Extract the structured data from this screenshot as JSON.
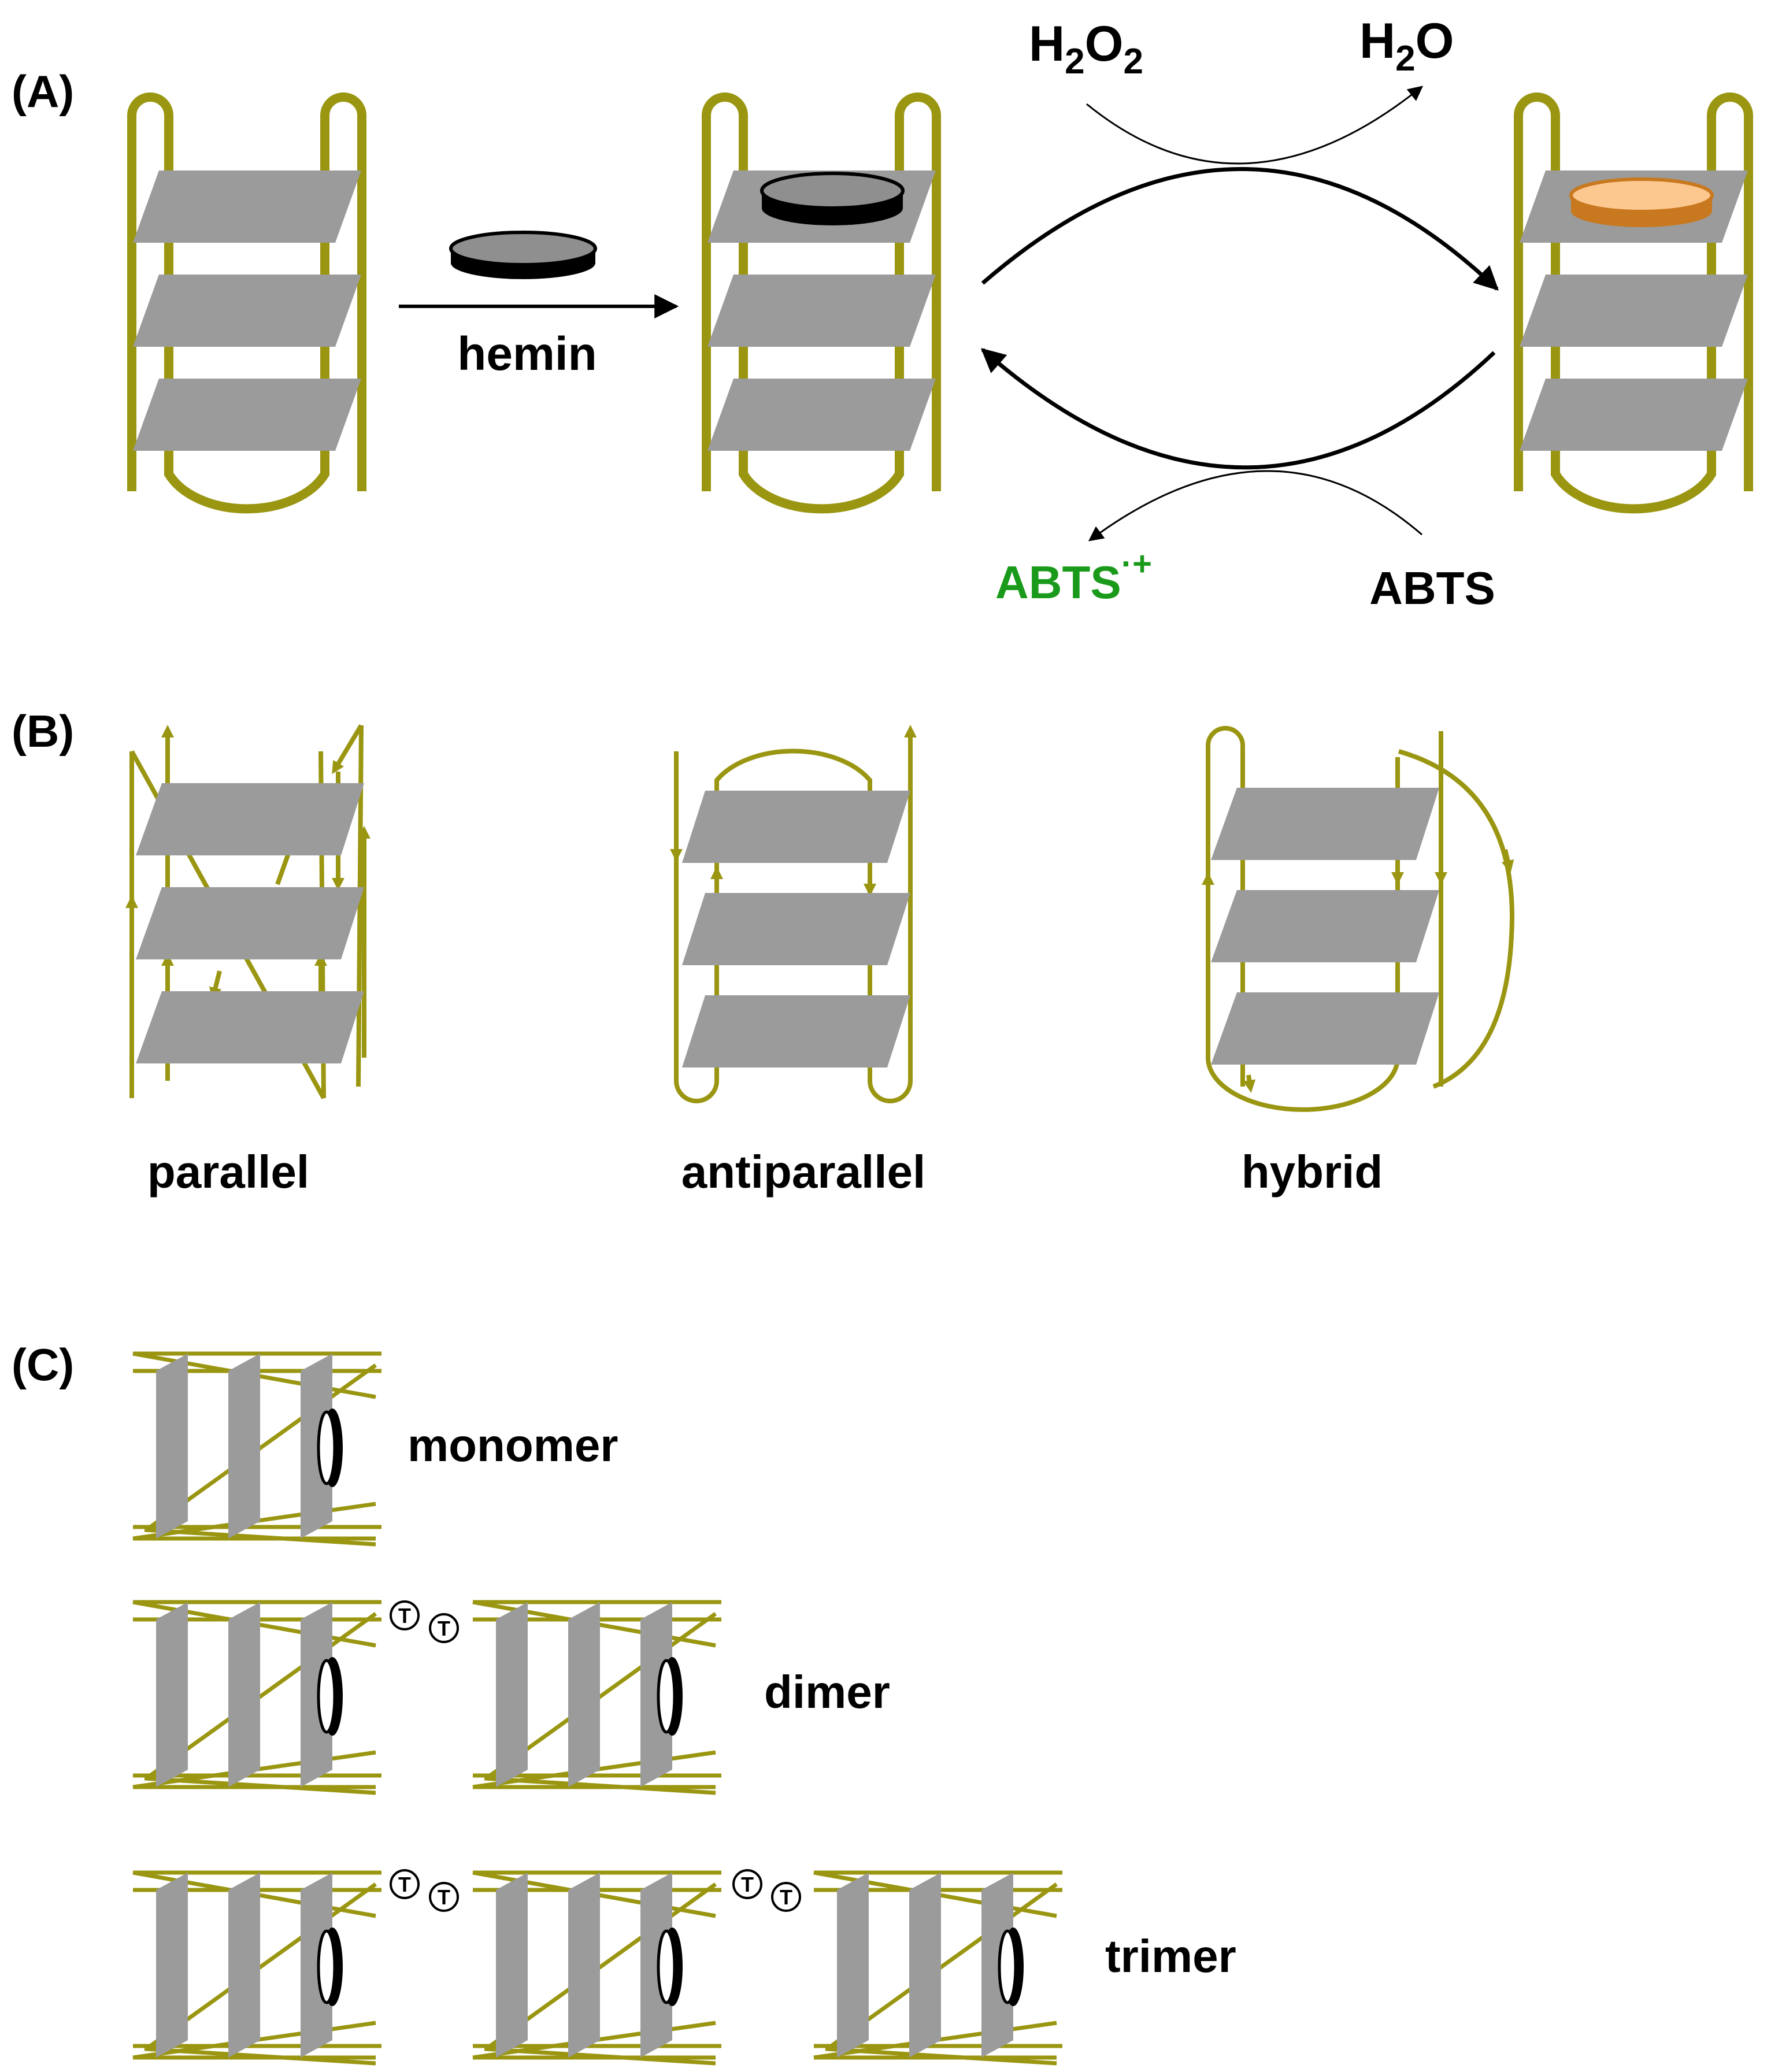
{
  "colors": {
    "strand": "#9a9612",
    "plate": "#9b9b9b",
    "hemin_dark": "#8f8f8f",
    "hemin_edge": "#000000",
    "hemin_oxidized_top": "#fcc890",
    "hemin_oxidized_side": "#c8781e",
    "abts_radical": "#1a9a1a",
    "text": "#000000"
  },
  "panel_a": {
    "label": "(A)",
    "hemin_label": "hemin",
    "h2o2": {
      "base": "H",
      "sub1": "2",
      "mid": "O",
      "sub2": "2"
    },
    "h2o": {
      "base": "H",
      "sub1": "2",
      "mid": "O"
    },
    "abts_radical": {
      "base": "ABTS",
      "sup": "·+"
    },
    "abts": "ABTS"
  },
  "panel_b": {
    "label": "(B)",
    "parallel": "parallel",
    "antiparallel": "antiparallel",
    "hybrid": "hybrid"
  },
  "panel_c": {
    "label": "(C)",
    "monomer": "monomer",
    "dimer": "dimer",
    "trimer": "trimer",
    "linker_letter": "T"
  }
}
